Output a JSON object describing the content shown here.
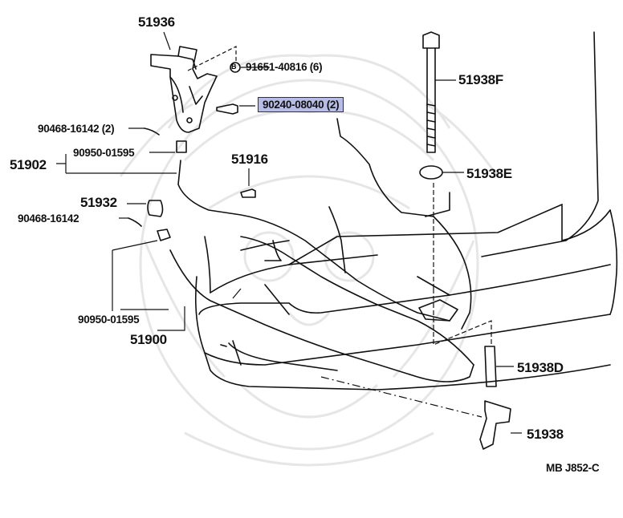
{
  "colors": {
    "ink": "#111111",
    "highlight": "#b8bce8",
    "watermark": "#e4e4e4"
  },
  "watermark_icon": "samurai-helmet-logo",
  "labels": {
    "p51936": "51936",
    "p91651": "91651-40816 (6)",
    "p90240": "90240-08040 (2)",
    "p51938F": "51938F",
    "p90468a": "90468-16142 (2)",
    "p51902": "51902",
    "p90950a": "90950-01595",
    "p51916": "51916",
    "p51938E": "51938E",
    "p51932": "51932",
    "p90468b": "90468-16142",
    "p90950b": "90950-01595",
    "p51900": "51900",
    "p51938D": "51938D",
    "p51938": "51938",
    "code": "MB  J852-C",
    "bolt_mark": "B"
  }
}
